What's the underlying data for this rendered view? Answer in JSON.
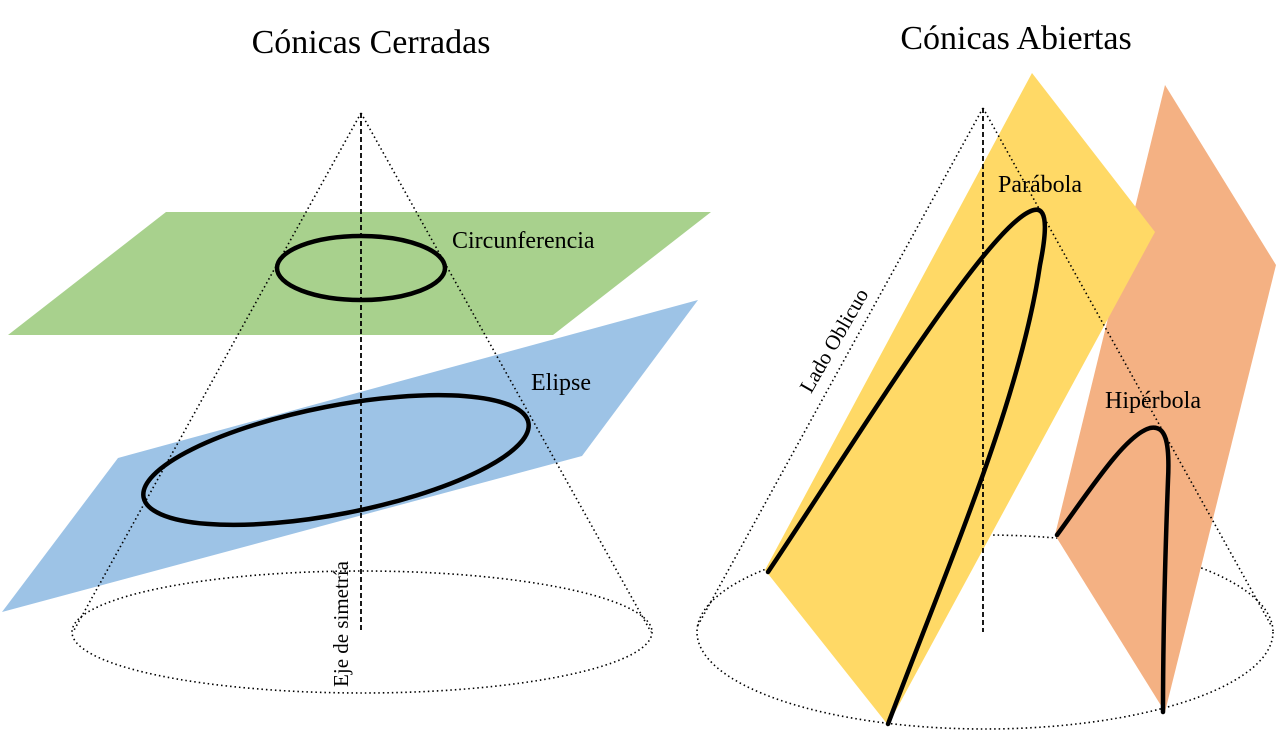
{
  "titles": {
    "closed": "Cónicas Cerradas",
    "open": "Cónicas Abiertas"
  },
  "labels": {
    "circumference": "Circunferencia",
    "ellipse": "Elipse",
    "parabola": "Parábola",
    "hyperbola": "Hipérbola",
    "axis": "Eje de simetría",
    "slant_side": "Lado Oblicuo"
  },
  "colors": {
    "circle_plane": "#a8d18d",
    "ellipse_plane": "#9dc3e6",
    "parabola_plane": "#ffd966",
    "hyperbola_plane": "#f4b183",
    "curve": "#000000"
  }
}
